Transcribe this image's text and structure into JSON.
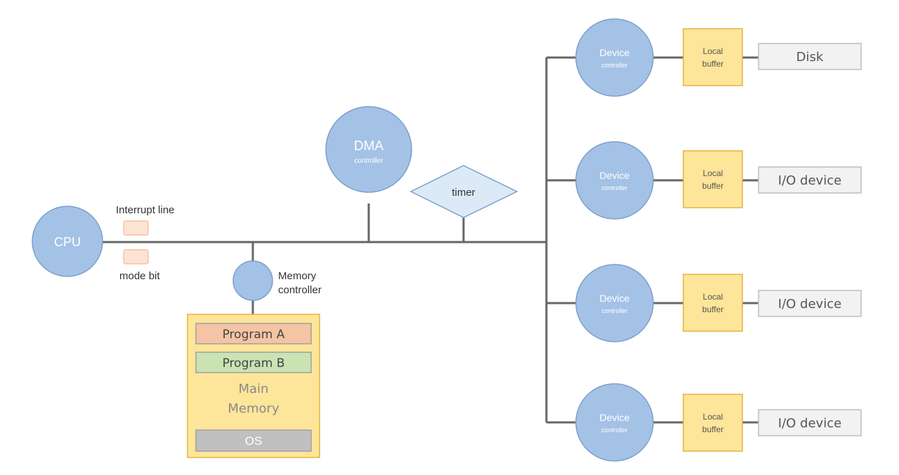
{
  "cpu": {
    "label": "CPU"
  },
  "flags": {
    "interrupt_line": "Interrupt line",
    "mode_bit": "mode bit"
  },
  "dma": {
    "title": "DMA",
    "subtitle": "controller"
  },
  "timer": {
    "label": "timer"
  },
  "memory_controller": {
    "line1": "Memory",
    "line2": "controller"
  },
  "main_memory": {
    "program_a": "Program A",
    "program_b": "Program B",
    "title_line1": "Main",
    "title_line2": "Memory",
    "os": "OS"
  },
  "device_rows": [
    {
      "controller_title": "Device",
      "controller_subtitle": "controller",
      "buffer_line1": "Local",
      "buffer_line2": "buffer",
      "device": "Disk"
    },
    {
      "controller_title": "Device",
      "controller_subtitle": "controller",
      "buffer_line1": "Local",
      "buffer_line2": "buffer",
      "device": "I/O device"
    },
    {
      "controller_title": "Device",
      "controller_subtitle": "controller",
      "buffer_line1": "Local",
      "buffer_line2": "buffer",
      "device": "I/O device"
    },
    {
      "controller_title": "Device",
      "controller_subtitle": "controller",
      "buffer_line1": "Local",
      "buffer_line2": "buffer",
      "device": "I/O device"
    }
  ]
}
